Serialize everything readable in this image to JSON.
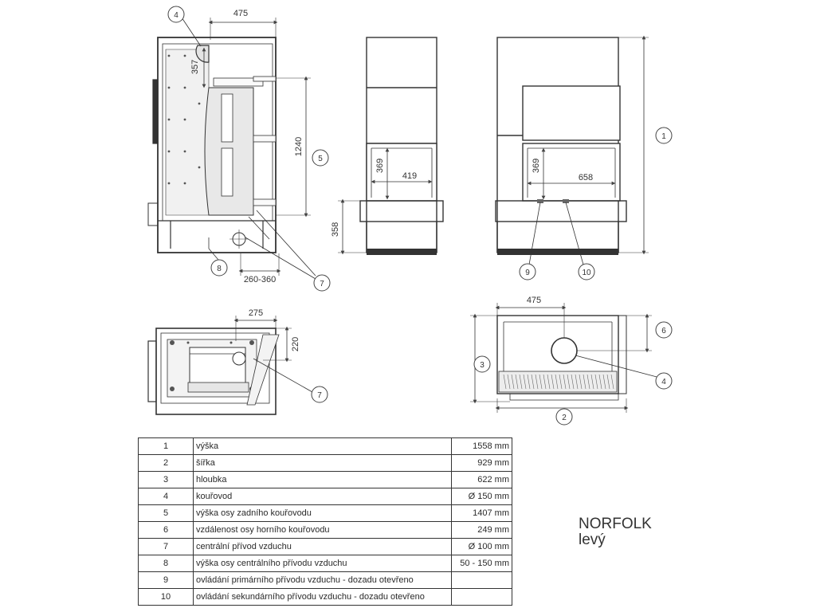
{
  "dimensions": {
    "side_width": "475",
    "flue_offset": "357",
    "side_height": "1240",
    "air_inlet_range": "260-360",
    "front_window_height": "369",
    "front_window_width": "419",
    "front_base_height": "358",
    "back_window_height": "369",
    "back_window_width": "658",
    "section_offset": "275",
    "section_depth": "220",
    "top_width": "475"
  },
  "callouts": {
    "c1": "1",
    "c2": "2",
    "c3": "3",
    "c4a": "4",
    "c4b": "4",
    "c5": "5",
    "c6": "6",
    "c7a": "7",
    "c7b": "7",
    "c8": "8",
    "c9": "9",
    "c10": "10"
  },
  "spec_table": [
    {
      "num": "1",
      "label": "výška",
      "value": "1558 mm"
    },
    {
      "num": "2",
      "label": "šířka",
      "value": "929 mm"
    },
    {
      "num": "3",
      "label": "hloubka",
      "value": "622 mm"
    },
    {
      "num": "4",
      "label": "kouřovod",
      "value": "Ø 150 mm"
    },
    {
      "num": "5",
      "label": "výška osy zadního kouřovodu",
      "value": "1407 mm"
    },
    {
      "num": "6",
      "label": "vzdálenost osy horního kouřovodu",
      "value": "249 mm"
    },
    {
      "num": "7",
      "label": "centrální přívod vzduchu",
      "value": "Ø 100 mm"
    },
    {
      "num": "8",
      "label": "výška osy centrálního přívodu vzduchu",
      "value": "50 - 150 mm"
    },
    {
      "num": "9",
      "label": "ovládání primárního přívodu vzduchu - dozadu otevřeno",
      "value": ""
    },
    {
      "num": "10",
      "label": "ovládání sekundárního přívodu vzduchu - dozadu otevřeno",
      "value": ""
    }
  ],
  "title": {
    "model": "NORFOLK",
    "variant": "levý"
  }
}
